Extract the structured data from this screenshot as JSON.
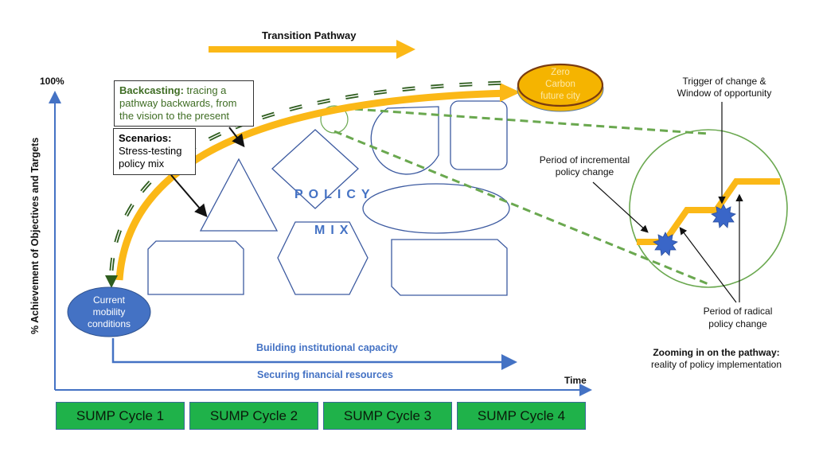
{
  "title": "Transition Pathway",
  "y_axis": {
    "label": "% Achievement of Objectives and Targets",
    "top_label": "100%"
  },
  "x_axis": {
    "label": "Time"
  },
  "start_node": {
    "label": "Current mobility conditions",
    "lines": [
      "Current",
      "mobility",
      "conditions"
    ]
  },
  "end_node": {
    "label": "Zero Carbon future city",
    "lines": [
      "Zero",
      "Carbon",
      "future city"
    ]
  },
  "backcasting_box": {
    "term": "Backcasting:",
    "lines": [
      " tracing a",
      "pathway backwards, from",
      "the vision to the present"
    ]
  },
  "scenarios_box": {
    "term": "Scenarios:",
    "lines": [
      "Stress-testing",
      "policy mix"
    ]
  },
  "policy_mix": {
    "line1": "POLICY",
    "line2": "MIX"
  },
  "bottom_arrow": {
    "above": "Building institutional capacity",
    "below": "Securing financial resources"
  },
  "zoom_panel": {
    "trigger_label": [
      "Trigger of change &",
      "Window of opportunity"
    ],
    "incremental_label": [
      "Period of incremental",
      "policy change"
    ],
    "radical_label": [
      "Period of radical",
      "policy change"
    ],
    "caption_bold": "Zooming in on the pathway:",
    "caption": "reality of policy implementation"
  },
  "sump_cycles": [
    "SUMP Cycle 1",
    "SUMP Cycle 2",
    "SUMP Cycle 3",
    "SUMP Cycle 4"
  ],
  "colors": {
    "pathway": "#fbb817",
    "axis": "#4472c4",
    "green_dash": "#6aa84f",
    "dark_green": "#2e5d1e",
    "sump_green": "#1fb24a",
    "start_node": "#4472c4",
    "end_node": "#f5b400"
  }
}
